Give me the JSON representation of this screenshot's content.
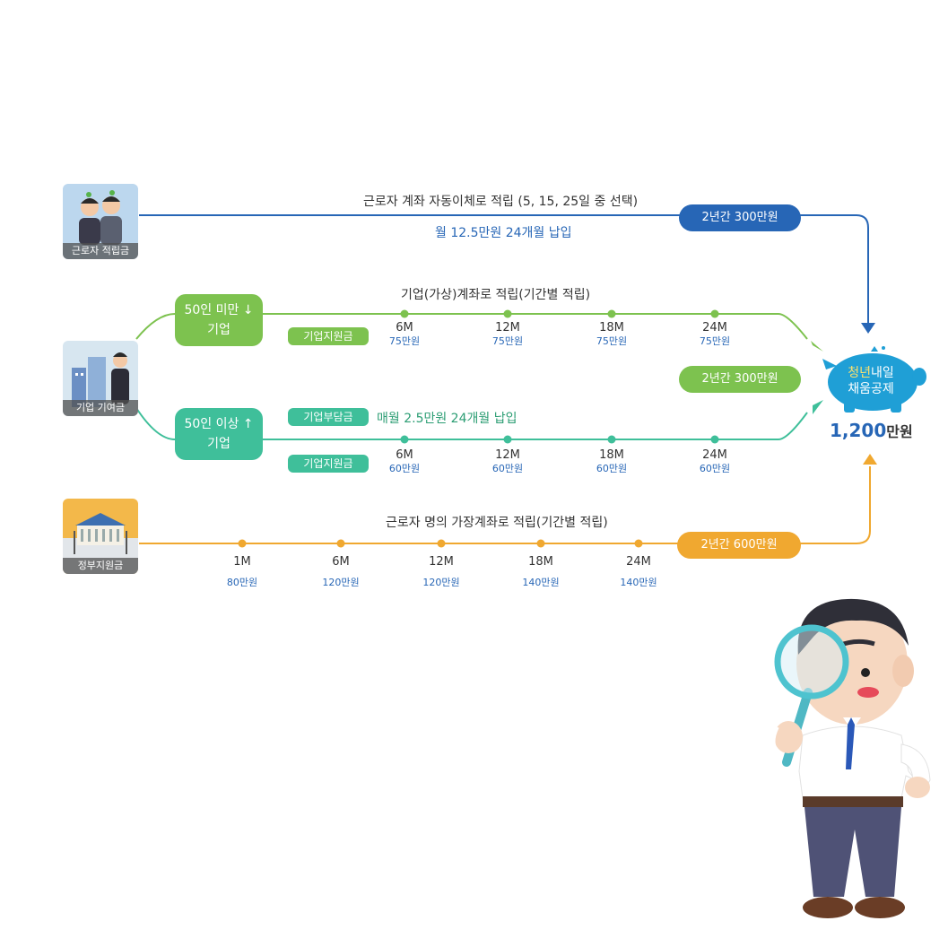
{
  "rows": {
    "worker": {
      "icon_label": "근로자 적립금",
      "title": "근로자 계좌 자동이체로 적립 (5, 15, 25일 중 선택)",
      "subtitle": "월 12.5만원 24개월 납입",
      "total": "2년간 300만원",
      "color": "#2766b6"
    },
    "company": {
      "icon_label": "기업 기여금",
      "title": "기업(가상)계좌로 적립(기간별 적립)",
      "small": {
        "line1": "50인 미만 ↓",
        "line2": "기업",
        "tag": "기업지원금",
        "milestones": [
          {
            "m": "6M",
            "amount": "75만원"
          },
          {
            "m": "12M",
            "amount": "75만원"
          },
          {
            "m": "18M",
            "amount": "75만원"
          },
          {
            "m": "24M",
            "amount": "75만원"
          }
        ],
        "color": "#7dc24f"
      },
      "total": "2년간 300만원",
      "large": {
        "line1": "50인 이상 ↑",
        "line2": "기업",
        "burden_tag": "기업부담금",
        "burden_text": "매월 2.5만원 24개월 납입",
        "tag": "기업지원금",
        "milestones": [
          {
            "m": "6M",
            "amount": "60만원"
          },
          {
            "m": "12M",
            "amount": "60만원"
          },
          {
            "m": "18M",
            "amount": "60만원"
          },
          {
            "m": "24M",
            "amount": "60만원"
          }
        ],
        "color": "#3fbf9a"
      }
    },
    "government": {
      "icon_label": "정부지원금",
      "title": "근로자 명의 가장계좌로 적립(기간별 적립)",
      "milestones": [
        {
          "m": "1M",
          "amount": "80만원"
        },
        {
          "m": "6M",
          "amount": "120만원"
        },
        {
          "m": "12M",
          "amount": "120만원"
        },
        {
          "m": "18M",
          "amount": "140만원"
        },
        {
          "m": "24M",
          "amount": "140만원"
        }
      ],
      "total": "2년간 600만원",
      "color": "#f0a830"
    }
  },
  "result": {
    "piggy_line1_a": "청년",
    "piggy_line1_b": "내일",
    "piggy_line2": "채움공제",
    "total_num": "1,200",
    "total_unit": "만원",
    "piggy_color": "#1f9fd6"
  },
  "decor": {
    "mascot": "man-with-magnifying-glass"
  }
}
